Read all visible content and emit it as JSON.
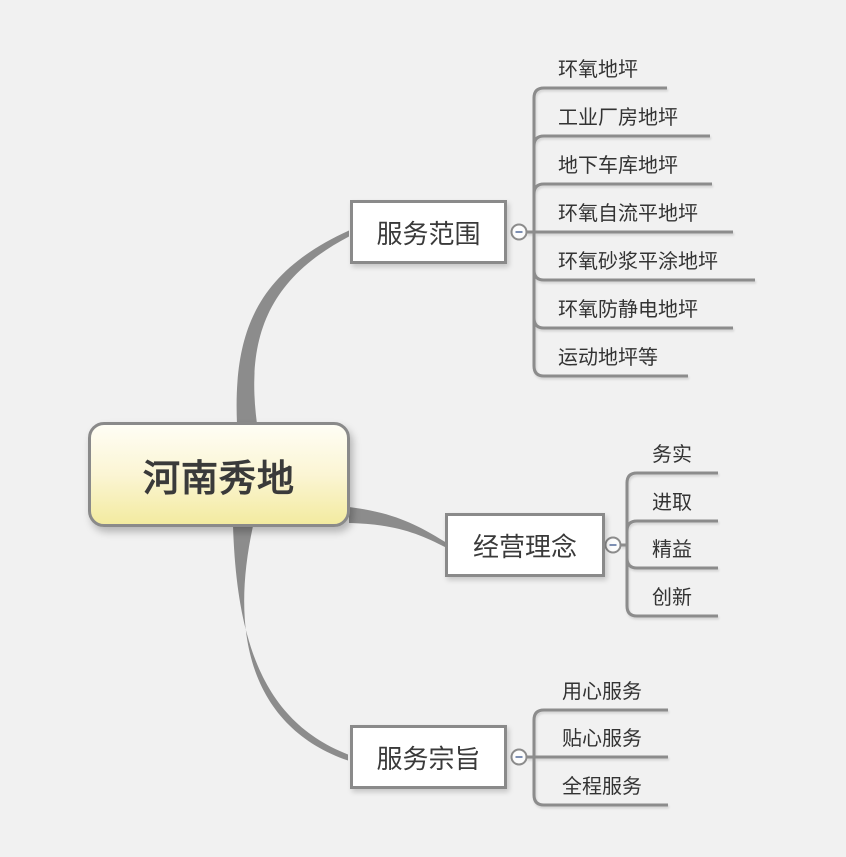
{
  "colors": {
    "background": "#F1F1F1",
    "line_gray": "#8C8C8C",
    "box_border": "#8A8A8A",
    "branch_fill": "#FFFFFF",
    "root_fill_top": "#FFFEF5",
    "root_fill_bottom": "#F3EBA0",
    "text": "#3A3A3A",
    "collapse_minus": "#7D8FB3"
  },
  "mindmap": {
    "root": {
      "label": "河南秀地"
    },
    "branches": [
      {
        "label": "服务范围",
        "collapse_icon": "minus",
        "children": [
          "环氧地坪",
          "工业厂房地坪",
          "地下车库地坪",
          "环氧自流平地坪",
          "环氧砂浆平涂地坪",
          "环氧防静电地坪",
          "运动地坪等"
        ]
      },
      {
        "label": "经营理念",
        "collapse_icon": "minus",
        "children": [
          "务实",
          "进取",
          "精益",
          "创新"
        ]
      },
      {
        "label": "服务宗旨",
        "collapse_icon": "minus",
        "children": [
          "用心服务",
          "贴心服务",
          "全程服务"
        ]
      }
    ]
  }
}
